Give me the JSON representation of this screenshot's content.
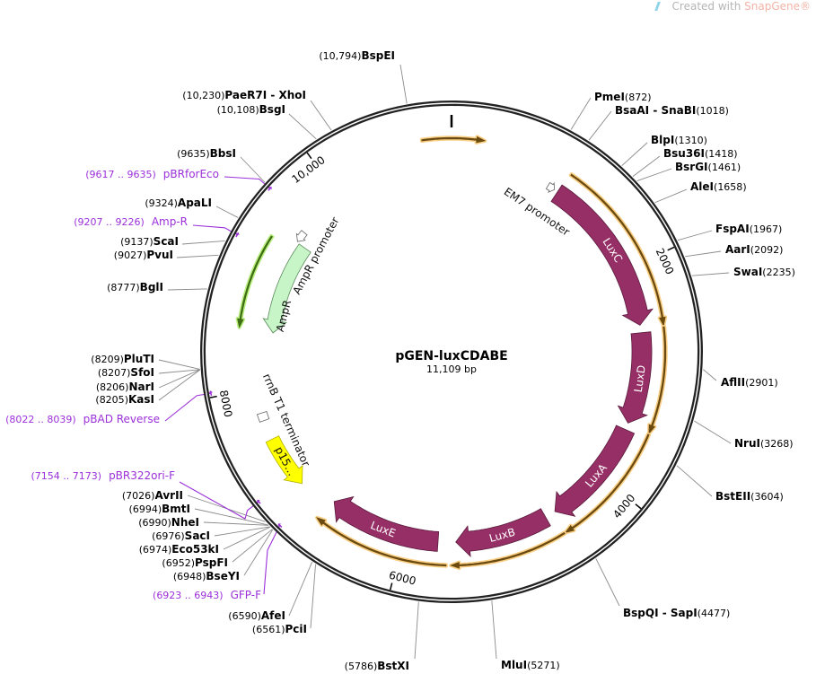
{
  "header": {
    "watermark_prefix": "Created with ",
    "watermark_brand": "SnapGene®"
  },
  "plasmid": {
    "name": "pGEN-luxCDABE",
    "length_label": "11,109 bp",
    "length_bp": 11109
  },
  "ticks": [
    "2000",
    "4000",
    "6000",
    "8000",
    "10,000"
  ],
  "enzymes": [
    {
      "name": "BspEI",
      "pos": "10,794"
    },
    {
      "name": "PaeR7I - XhoI",
      "pos": "10,230"
    },
    {
      "name": "BsgI",
      "pos": "10,108"
    },
    {
      "name": "BbsI",
      "pos": "9635"
    },
    {
      "name": "ApaLI",
      "pos": "9324"
    },
    {
      "name": "ScaI",
      "pos": "9137"
    },
    {
      "name": "PvuI",
      "pos": "9027"
    },
    {
      "name": "BglI",
      "pos": "8777"
    },
    {
      "name": "PluTI",
      "pos": "8209"
    },
    {
      "name": "SfoI",
      "pos": "8207"
    },
    {
      "name": "NarI",
      "pos": "8206"
    },
    {
      "name": "KasI",
      "pos": "8205"
    },
    {
      "name": "AvrII",
      "pos": "7026"
    },
    {
      "name": "BmtI",
      "pos": "6994"
    },
    {
      "name": "NheI",
      "pos": "6990"
    },
    {
      "name": "SacI",
      "pos": "6976"
    },
    {
      "name": "Eco53kI",
      "pos": "6974"
    },
    {
      "name": "PspFI",
      "pos": "6952"
    },
    {
      "name": "BseYI",
      "pos": "6948"
    },
    {
      "name": "AfeI",
      "pos": "6590"
    },
    {
      "name": "PciI",
      "pos": "6561"
    },
    {
      "name": "BstXI",
      "pos": "5786"
    },
    {
      "name": "MluI",
      "pos": "5271"
    },
    {
      "name": "BspQI - SapI",
      "pos": "4477"
    },
    {
      "name": "BstEII",
      "pos": "3604"
    },
    {
      "name": "NruI",
      "pos": "3268"
    },
    {
      "name": "AflII",
      "pos": "2901"
    },
    {
      "name": "SwaI",
      "pos": "2235"
    },
    {
      "name": "AarI",
      "pos": "2092"
    },
    {
      "name": "FspAI",
      "pos": "1967"
    },
    {
      "name": "AleI",
      "pos": "1658"
    },
    {
      "name": "BsrGI",
      "pos": "1461"
    },
    {
      "name": "Bsu36I",
      "pos": "1418"
    },
    {
      "name": "BlpI",
      "pos": "1310"
    },
    {
      "name": "BsaAI - SnaBI",
      "pos": "1018"
    },
    {
      "name": "PmeI",
      "pos": "872"
    }
  ],
  "primers": [
    {
      "name": "pBRforEco",
      "range": "9617 .. 9635"
    },
    {
      "name": "Amp-R",
      "range": "9207 .. 9226"
    },
    {
      "name": "pBAD Reverse",
      "range": "8022 .. 8039"
    },
    {
      "name": "pBR322ori-F",
      "range": "7154 .. 7173"
    },
    {
      "name": "GFP-F",
      "range": "6923 .. 6943"
    }
  ],
  "features": [
    {
      "label": "LuxC",
      "start": 1034,
      "end": 2530,
      "dir": 1,
      "kind": "gene"
    },
    {
      "label": "LuxD",
      "start": 2600,
      "end": 3456,
      "dir": 1,
      "kind": "gene"
    },
    {
      "label": "LuxA",
      "start": 3520,
      "end": 4540,
      "dir": 1,
      "kind": "gene"
    },
    {
      "label": "LuxB",
      "start": 4640,
      "end": 5515,
      "dir": 1,
      "kind": "gene"
    },
    {
      "label": "LuxE",
      "start": 5680,
      "end": 6730,
      "dir": 1,
      "kind": "gene"
    },
    {
      "label": "AmpR",
      "start": 8518,
      "end": 9420,
      "dir": -1,
      "kind": "marker"
    },
    {
      "label": "AmpR promoter",
      "start": 9430,
      "end": 9535,
      "dir": -1,
      "kind": "promoter"
    },
    {
      "label": "EM7 promoter",
      "start": 930,
      "end": 1000,
      "dir": 1,
      "kind": "promoter"
    },
    {
      "label": "rrnB T1 terminator",
      "start": 7710,
      "end": 7780,
      "dir": 0,
      "kind": "terminator"
    },
    {
      "label": "p15…",
      "start": 7054,
      "end": 7530,
      "dir": -1,
      "kind": "ori"
    }
  ],
  "orfs": [
    {
      "start": 10862,
      "end": 277,
      "dir": 1,
      "color": "orange"
    },
    {
      "start": 1050,
      "end": 2560,
      "dir": 1,
      "color": "orange"
    },
    {
      "start": 2570,
      "end": 3470,
      "dir": 1,
      "color": "orange"
    },
    {
      "start": 3480,
      "end": 4560,
      "dir": 1,
      "color": "orange"
    },
    {
      "start": 4570,
      "end": 5560,
      "dir": 1,
      "color": "orange"
    },
    {
      "start": 5600,
      "end": 6760,
      "dir": 1,
      "color": "orange"
    },
    {
      "start": 8535,
      "end": 9341,
      "dir": -1,
      "color": "green"
    }
  ],
  "colors": {
    "gene": "#962f66",
    "marker": "#c8f5c8",
    "ori": "#ffff00",
    "orange_core": "#6b4a10",
    "orange_glow": "#f9cf86",
    "green_core": "#3f6e12",
    "green_glow": "#b9ee80",
    "primer": "#9b30d9",
    "backbone": "#222222"
  }
}
